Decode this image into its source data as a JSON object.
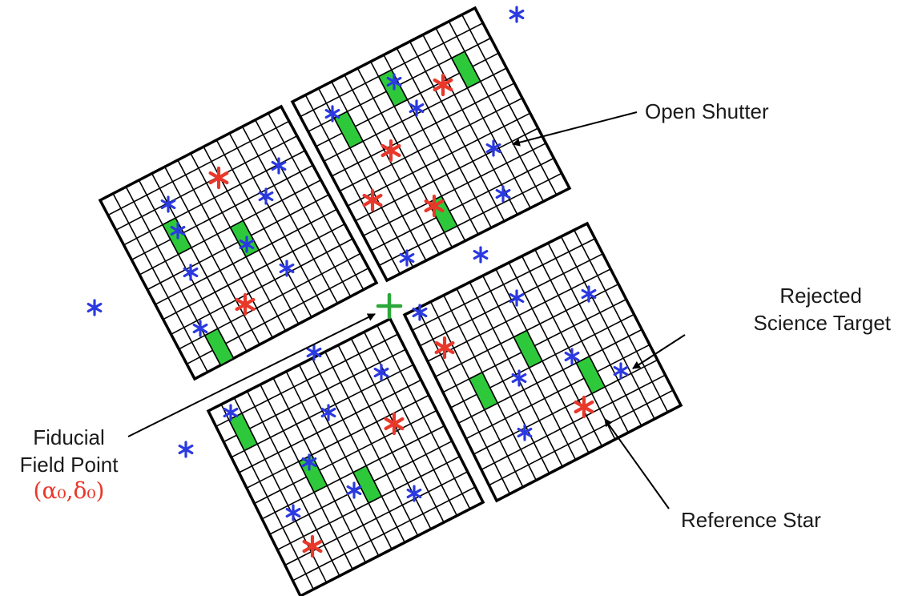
{
  "labels": {
    "open_shutter": "Open Shutter",
    "rejected_line1": "Rejected",
    "rejected_line2": "Science Target",
    "fiducial_line1": "Fiducial",
    "fiducial_line2": "Field Point",
    "fiducial_coords": "(α₀,δ₀)",
    "reference_star": "Reference Star"
  },
  "colors": {
    "grid_line": "#000000",
    "shutter_fill": "#2ec93a",
    "target_star": "#2a39e0",
    "reference_star": "#e8382a",
    "fiducial_cross": "#2aa83a"
  },
  "quadrants": [
    {
      "name": "upper-left",
      "rows": 12,
      "cols": 14
    },
    {
      "name": "upper-right",
      "rows": 12,
      "cols": 14
    },
    {
      "name": "lower-left",
      "rows": 12,
      "cols": 14
    },
    {
      "name": "lower-right",
      "rows": 12,
      "cols": 14
    }
  ],
  "icons": {
    "target": "blue-asterisk-icon",
    "reference": "red-asterisk-icon",
    "fiducial": "green-plus-icon"
  }
}
